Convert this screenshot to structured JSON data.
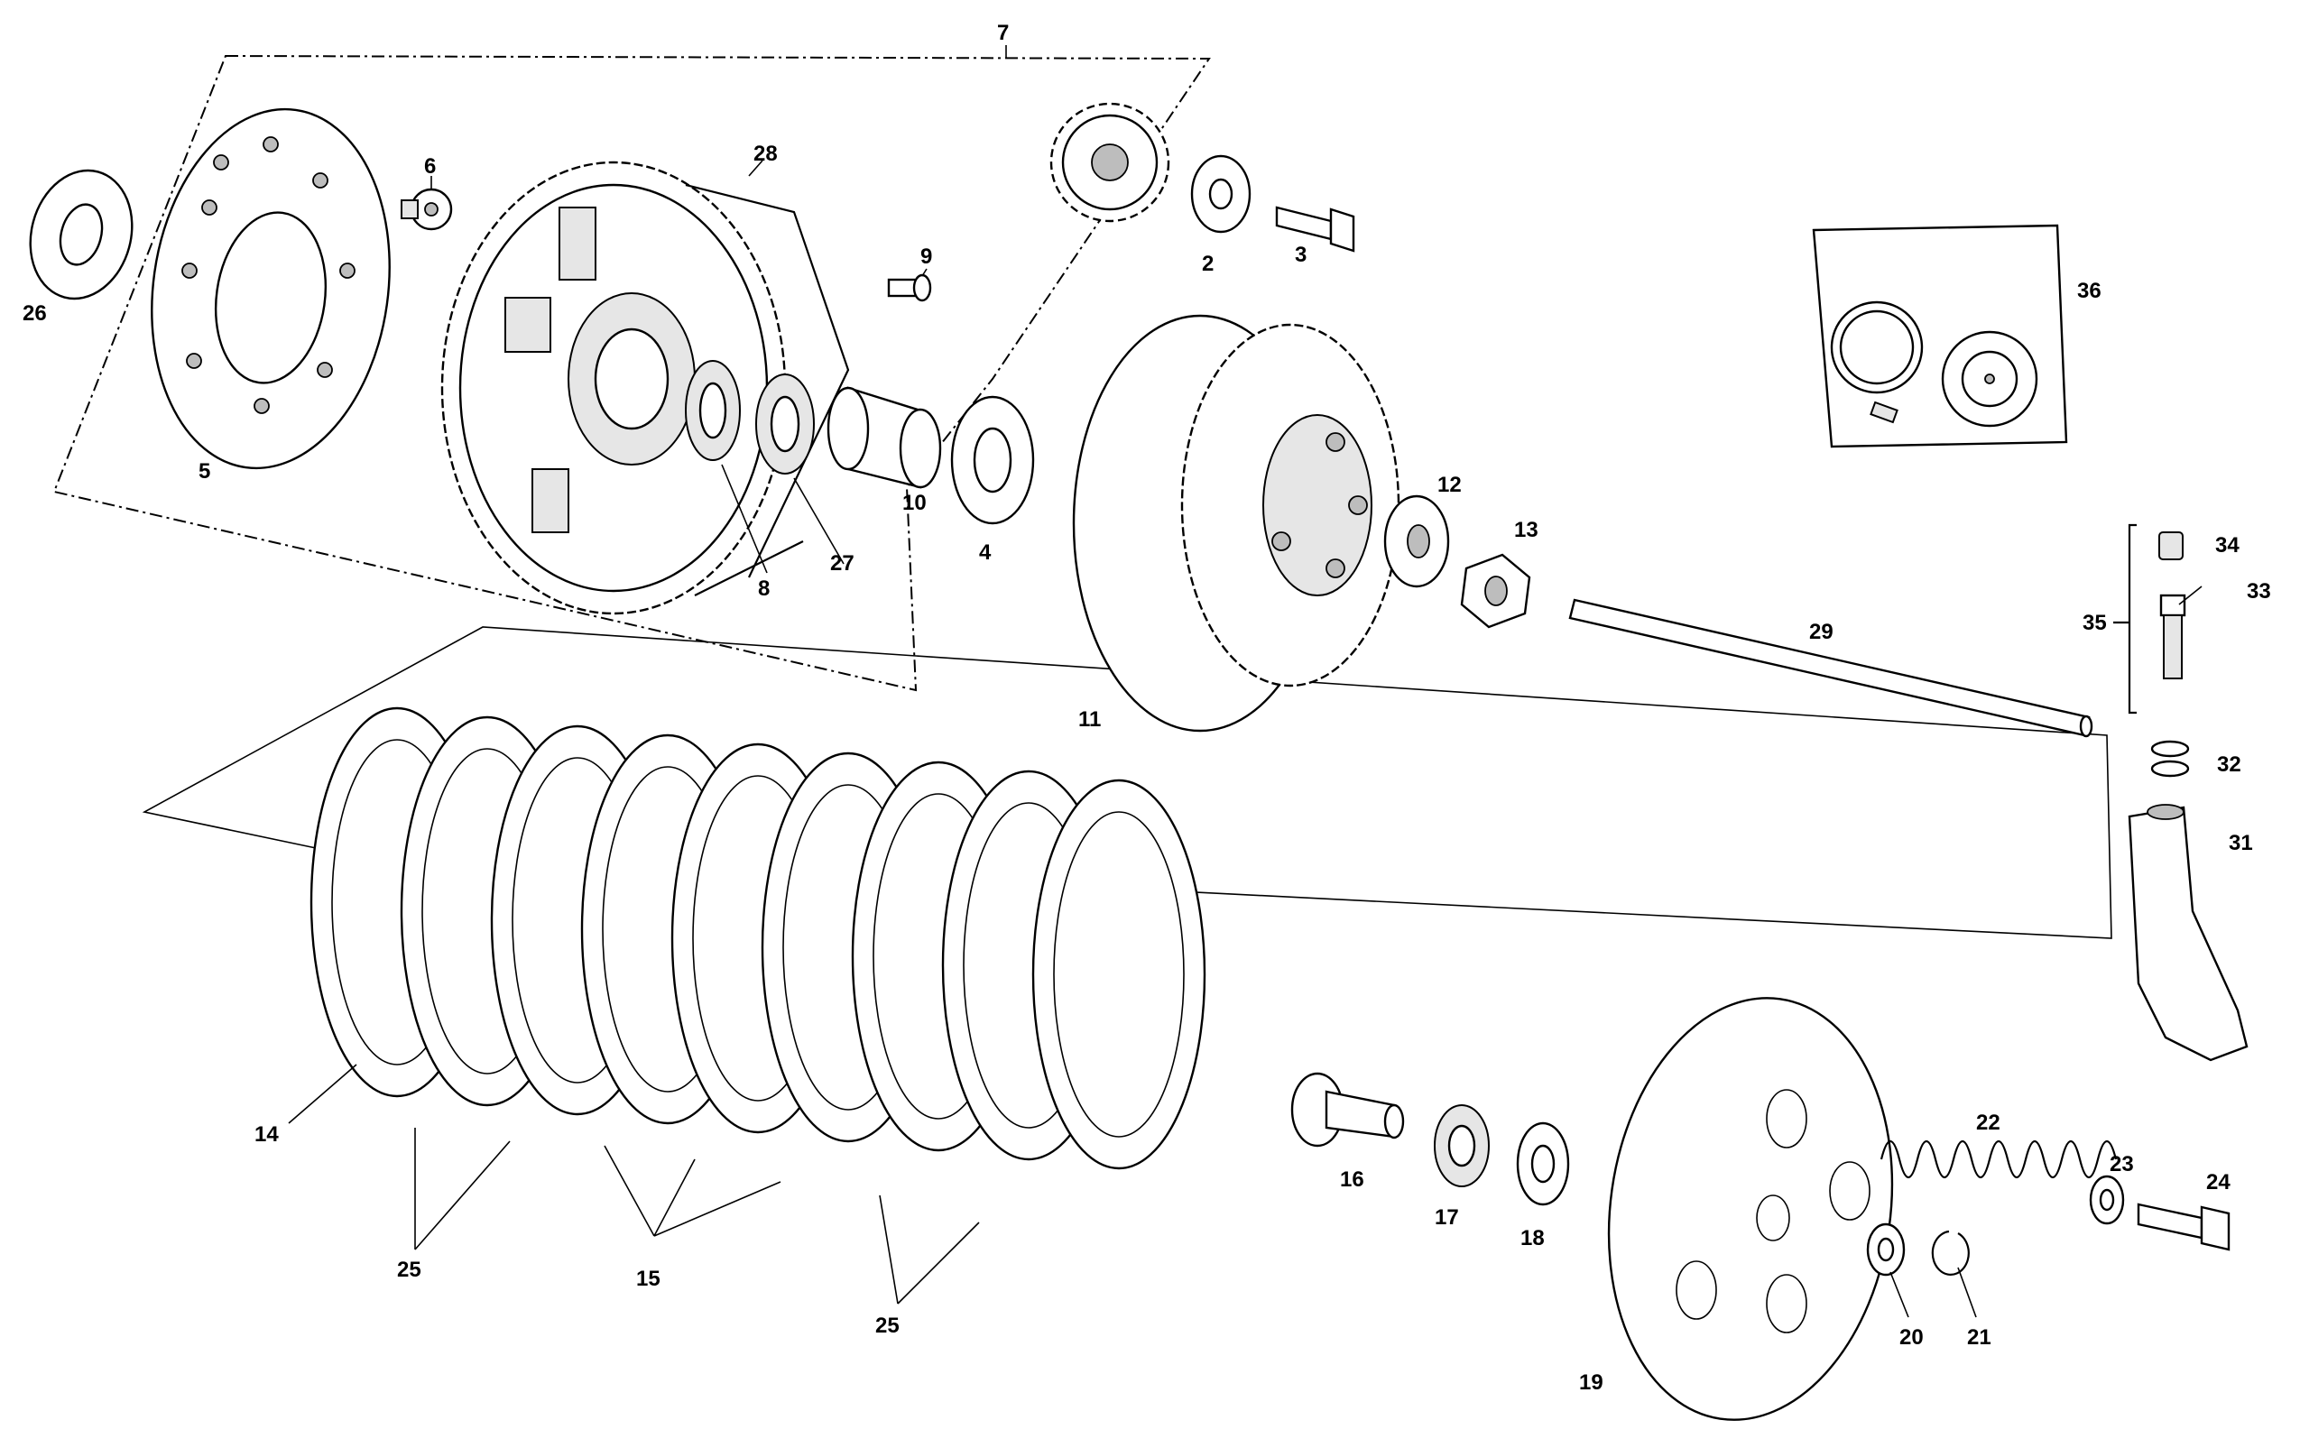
{
  "diagram": {
    "callouts": [
      {
        "id": "c2",
        "text": "2"
      },
      {
        "id": "c3",
        "text": "3"
      },
      {
        "id": "c4",
        "text": "4"
      },
      {
        "id": "c5",
        "text": "5"
      },
      {
        "id": "c6",
        "text": "6"
      },
      {
        "id": "c7",
        "text": "7"
      },
      {
        "id": "c8",
        "text": "8"
      },
      {
        "id": "c9",
        "text": "9"
      },
      {
        "id": "c10",
        "text": "10"
      },
      {
        "id": "c11",
        "text": "11"
      },
      {
        "id": "c12",
        "text": "12"
      },
      {
        "id": "c13",
        "text": "13"
      },
      {
        "id": "c14",
        "text": "14"
      },
      {
        "id": "c15",
        "text": "15"
      },
      {
        "id": "c16",
        "text": "16"
      },
      {
        "id": "c17",
        "text": "17"
      },
      {
        "id": "c18",
        "text": "18"
      },
      {
        "id": "c19",
        "text": "19"
      },
      {
        "id": "c20",
        "text": "20"
      },
      {
        "id": "c21",
        "text": "21"
      },
      {
        "id": "c22",
        "text": "22"
      },
      {
        "id": "c23",
        "text": "23"
      },
      {
        "id": "c24",
        "text": "24"
      },
      {
        "id": "c25a",
        "text": "25"
      },
      {
        "id": "c25b",
        "text": "25"
      },
      {
        "id": "c26",
        "text": "26"
      },
      {
        "id": "c27",
        "text": "27"
      },
      {
        "id": "c28",
        "text": "28"
      },
      {
        "id": "c29",
        "text": "29"
      },
      {
        "id": "c31",
        "text": "31"
      },
      {
        "id": "c32",
        "text": "32"
      },
      {
        "id": "c33",
        "text": "33"
      },
      {
        "id": "c34",
        "text": "34"
      },
      {
        "id": "c35",
        "text": "35"
      },
      {
        "id": "c36",
        "text": "36"
      }
    ]
  }
}
